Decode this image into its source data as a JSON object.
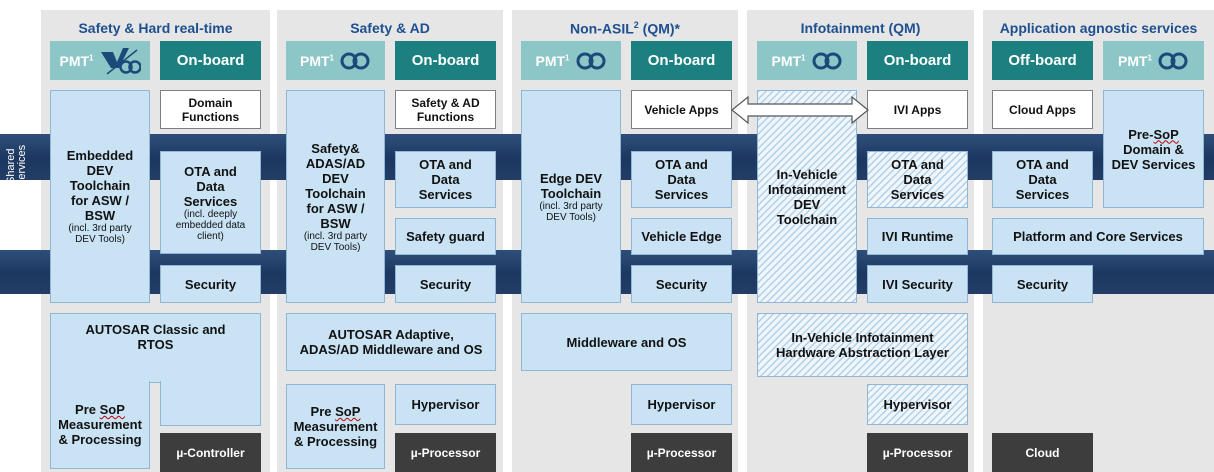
{
  "shared_services": "Shared Services",
  "colors": {
    "teal": "#1d8080",
    "pmt_bg": "#8cc6c6",
    "light_blue": "#c9e3f5",
    "dark_box": "#3d3d3d",
    "band": "#1c3760",
    "title": "#1e4f8f"
  },
  "col1": {
    "title": "Safety & Hard real-time",
    "pmt": "PMT",
    "pmt_sup": "1",
    "onboard": "On-board",
    "toolchain": {
      "l1": "Embedded",
      "l2": "DEV",
      "l3": "Toolchain",
      "l4": "for ASW /",
      "l5": "BSW",
      "n1": "(incl. 3rd party",
      "n2": "DEV Tools)"
    },
    "domain": {
      "l1": "Domain",
      "l2": "Functions"
    },
    "ota": {
      "l1": "OTA and",
      "l2": "Data",
      "l3": "Services",
      "n1": "(incl. deeply",
      "n2": "embedded data",
      "n3": "client)"
    },
    "security": "Security",
    "autosar": {
      "l1": "AUTOSAR Classic and",
      "l2": "RTOS"
    },
    "presop": {
      "l1": "Pre",
      "l1u": "SoP",
      "l2": "Measurement",
      "l3": "& Processing"
    },
    "controller": "µ-Controller"
  },
  "col2": {
    "title": "Safety & AD",
    "pmt": "PMT",
    "pmt_sup": "1",
    "onboard": "On-board",
    "toolchain": {
      "l1": "Safety&",
      "l2": "ADAS/AD",
      "l3": "DEV",
      "l4": "Toolchain",
      "l5": "for ASW /",
      "l6": "BSW",
      "n1": "(incl. 3rd party",
      "n2": "DEV Tools)"
    },
    "functions": {
      "l1": "Safety & AD",
      "l2": "Functions"
    },
    "ota": {
      "l1": "OTA and",
      "l2": "Data",
      "l3": "Services"
    },
    "safety_guard": "Safety guard",
    "security": "Security",
    "autosar": {
      "l1": "AUTOSAR Adaptive,",
      "l2": "ADAS/AD Middleware and OS"
    },
    "presop": {
      "l1": "Pre",
      "l1u": "SoP",
      "l2": "Measurement",
      "l3": "& Processing"
    },
    "hypervisor": "Hypervisor",
    "processor": "µ-Processor"
  },
  "col3": {
    "title": "Non-ASIL",
    "title_sup": "2",
    "title_tail": " (QM)*",
    "pmt": "PMT",
    "pmt_sup": "1",
    "onboard": "On-board",
    "vehicle_apps": "Vehicle Apps",
    "toolchain": {
      "l1": "Edge DEV",
      "l2": "Toolchain",
      "n1": "(incl. 3rd party",
      "n2": "DEV Tools)"
    },
    "ota": {
      "l1": "OTA and",
      "l2": "Data",
      "l3": "Services"
    },
    "vehicle_edge": "Vehicle Edge",
    "security": "Security",
    "middleware": "Middleware and OS",
    "hypervisor": "Hypervisor",
    "processor": "µ-Processor"
  },
  "col4": {
    "title": "Infotainment (QM)",
    "pmt": "PMT",
    "pmt_sup": "1",
    "onboard": "On-board",
    "ivi_apps": "IVI Apps",
    "toolchain": {
      "l1": "In-Vehicle",
      "l2": "Infotainment",
      "l3": "DEV",
      "l4": "Toolchain"
    },
    "ota": {
      "l1": "OTA and",
      "l2": "Data",
      "l3": "Services"
    },
    "runtime": "IVI Runtime",
    "security": "IVI Security",
    "hal": {
      "l1": "In-Vehicle Infotainment",
      "l2": "Hardware Abstraction Layer"
    },
    "hypervisor": "Hypervisor",
    "processor": "µ-Processor"
  },
  "col5": {
    "title": "Application agnostic services",
    "offboard": "Off-board",
    "pmt": "PMT",
    "pmt_sup": "1",
    "cloud_apps": "Cloud Apps",
    "presop": {
      "l1": "Pre-",
      "l1u": "SoP",
      "l2": "Domain &",
      "l3": "DEV Services"
    },
    "ota": {
      "l1": "OTA and",
      "l2": "Data",
      "l3": "Services"
    },
    "platform": "Platform and Core Services",
    "security": "Security",
    "cloud": "Cloud"
  }
}
